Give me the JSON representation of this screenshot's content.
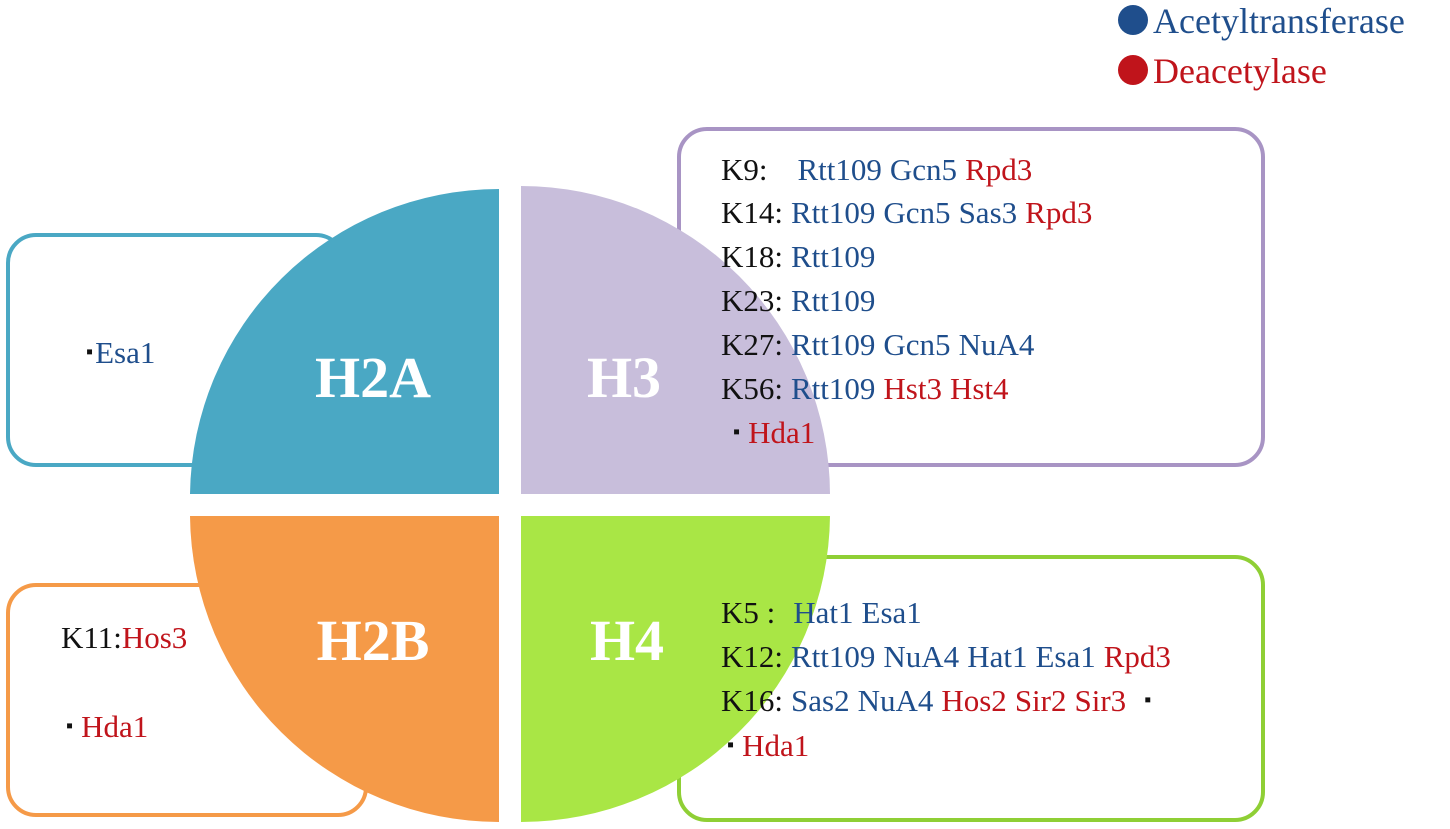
{
  "legend": {
    "acetyltransferase": {
      "label": "Acetyltransferase",
      "color": "#1f4e8c"
    },
    "deacetylase": {
      "label": "Deacetylase",
      "color": "#c0141b"
    }
  },
  "colors": {
    "h2a": "#4aa8c4",
    "h3": "#c8bedb",
    "h2b": "#f59a48",
    "h4": "#a9e645"
  },
  "quadrants": {
    "h2a": "H2A",
    "h3": "H3",
    "h2b": "H2B",
    "h4": "H4"
  },
  "h2a_box": {
    "bullet": "▪",
    "item": "Esa1"
  },
  "h3_box": {
    "rows": [
      {
        "site": "K9:",
        "enzymes": [
          {
            "name": "Rtt109",
            "type": "acetyltransferase"
          },
          {
            "name": "Gcn5",
            "type": "acetyltransferase"
          },
          {
            "name": "Rpd3",
            "type": "deacetylase"
          }
        ]
      },
      {
        "site": "K14:",
        "enzymes": [
          {
            "name": "Rtt109",
            "type": "acetyltransferase"
          },
          {
            "name": "Gcn5",
            "type": "acetyltransferase"
          },
          {
            "name": "Sas3",
            "type": "acetyltransferase"
          },
          {
            "name": "Rpd3",
            "type": "deacetylase"
          }
        ]
      },
      {
        "site": "K18:",
        "enzymes": [
          {
            "name": "Rtt109",
            "type": "acetyltransferase"
          }
        ]
      },
      {
        "site": "K23:",
        "enzymes": [
          {
            "name": "Rtt109",
            "type": "acetyltransferase"
          }
        ]
      },
      {
        "site": "K27:",
        "enzymes": [
          {
            "name": "Rtt109",
            "type": "acetyltransferase"
          },
          {
            "name": "Gcn5",
            "type": "acetyltransferase"
          },
          {
            "name": "NuA4",
            "type": "acetyltransferase"
          }
        ]
      },
      {
        "site": "K56:",
        "enzymes": [
          {
            "name": "Rtt109",
            "type": "acetyltransferase"
          },
          {
            "name": "Hst3",
            "type": "deacetylase"
          },
          {
            "name": "Hst4",
            "type": "deacetylase"
          }
        ]
      }
    ],
    "bullet": "▪",
    "extra": "Hda1"
  },
  "h2b_box": {
    "site": "K11:",
    "site_enzyme": "Hos3",
    "bullet": "▪",
    "extra": "Hda1"
  },
  "h4_box": {
    "rows": [
      {
        "site": "K5 :",
        "enzymes": [
          {
            "name": "Hat1",
            "type": "acetyltransferase"
          },
          {
            "name": "Esa1",
            "type": "acetyltransferase"
          }
        ]
      },
      {
        "site": "K12:",
        "enzymes": [
          {
            "name": "Rtt109",
            "type": "acetyltransferase"
          },
          {
            "name": "NuA4",
            "type": "acetyltransferase"
          },
          {
            "name": "Hat1",
            "type": "acetyltransferase"
          },
          {
            "name": "Esa1",
            "type": "acetyltransferase"
          },
          {
            "name": "Rpd3",
            "type": "deacetylase"
          }
        ]
      },
      {
        "site": "K16:",
        "enzymes": [
          {
            "name": "Sas2",
            "type": "acetyltransferase"
          },
          {
            "name": "NuA4",
            "type": "acetyltransferase"
          },
          {
            "name": "Hos2",
            "type": "deacetylase"
          },
          {
            "name": "Sir2",
            "type": "deacetylase"
          },
          {
            "name": "Sir3",
            "type": "deacetylase"
          }
        ],
        "trailing_bullet": "▪"
      }
    ],
    "bullet": "▪",
    "extra": "Hda1"
  }
}
